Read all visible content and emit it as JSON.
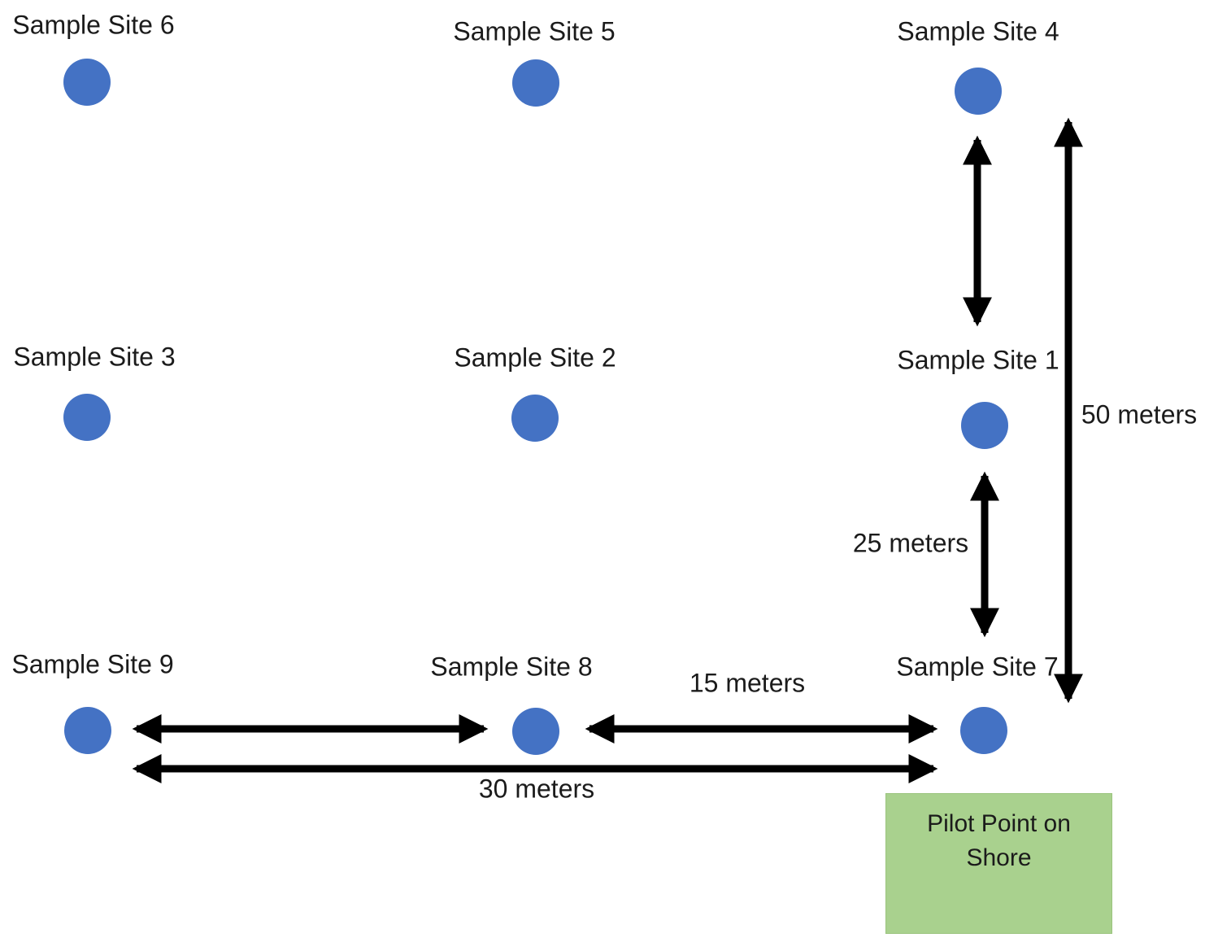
{
  "sites": [
    {
      "label": "Sample Site 6"
    },
    {
      "label": "Sample Site 5"
    },
    {
      "label": "Sample Site 4"
    },
    {
      "label": "Sample Site 3"
    },
    {
      "label": "Sample Site 2"
    },
    {
      "label": "Sample Site 1"
    },
    {
      "label": "Sample Site 9"
    },
    {
      "label": "Sample Site 8"
    },
    {
      "label": "Sample Site 7"
    }
  ],
  "measurements": {
    "m50": {
      "label": "50 meters"
    },
    "m25": {
      "label": "25 meters"
    },
    "m15": {
      "label": "15 meters"
    },
    "m30": {
      "label": "30 meters"
    }
  },
  "pilot_point": {
    "label": "Pilot Point on Shore"
  },
  "colors": {
    "site_marker": "#4472c4",
    "pilot_box_fill": "#a9d18e",
    "arrow": "#000000",
    "text": "#1b1b1b"
  }
}
